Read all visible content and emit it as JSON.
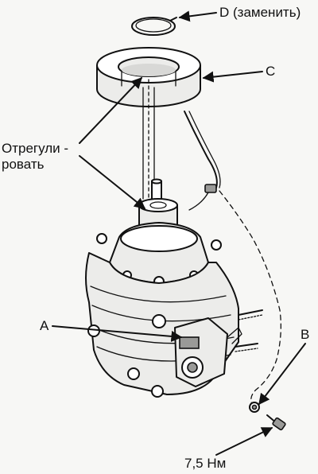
{
  "labels": {
    "d": "D (заменить)",
    "c": "C",
    "adjust_line1": "Отрегули -",
    "adjust_line2": "ровать",
    "a": "A",
    "b": "B",
    "torque": "7,5 Нм"
  },
  "colors": {
    "ink": "#111111",
    "paper": "#f7f7f5",
    "metal": "#ececea",
    "shade": "#9a9a98"
  }
}
